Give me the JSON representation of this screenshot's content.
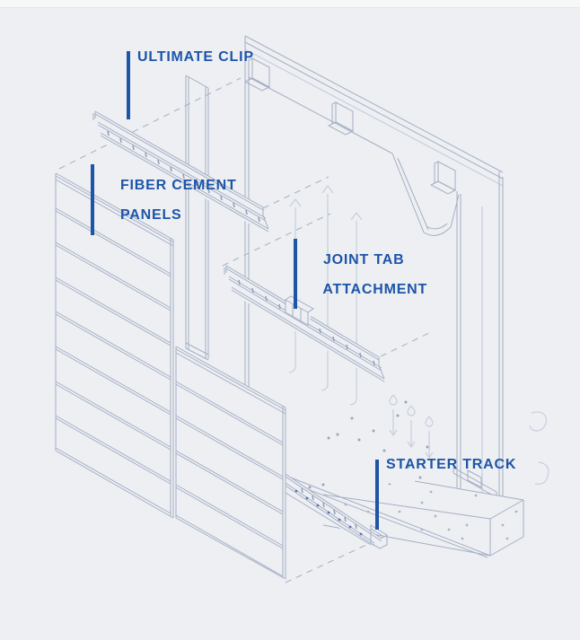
{
  "window": {
    "background_color": "#edeff3",
    "top_strip_color": "#f5f8f7"
  },
  "diagram": {
    "type": "exploded-isometric-installation-diagram",
    "accent_color": "#1d55a7",
    "line_color": "#a4afc3",
    "labels": {
      "ultimate_clip": {
        "text": "ULTIMATE CLIP"
      },
      "fiber_cement_panels": {
        "line1": "FIBER CEMENT",
        "line2": "PANELS"
      },
      "joint_tab_attachment": {
        "line1": "JOINT TAB",
        "line2": "ATTACHMENT"
      },
      "starter_track": {
        "text": "STARTER TRACK"
      }
    }
  }
}
